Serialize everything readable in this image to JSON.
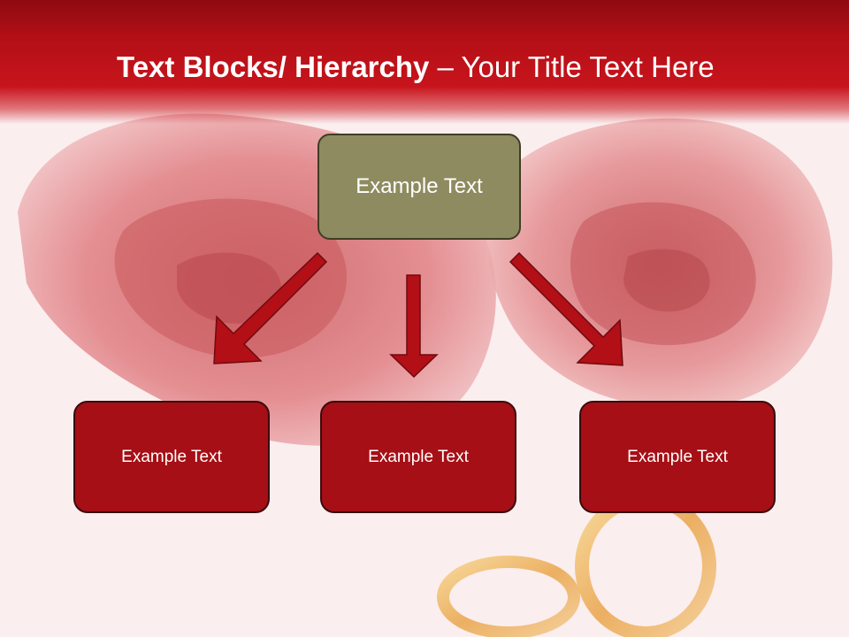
{
  "slide": {
    "title_bold": "Text Blocks/ Hierarchy",
    "title_rest": " – Your Title Text Here"
  },
  "hierarchy": {
    "top_label": "Example Text",
    "children": [
      {
        "label": "Example Text"
      },
      {
        "label": "Example Text"
      },
      {
        "label": "Example Text"
      }
    ]
  },
  "colors": {
    "title_bar": "#c8141c",
    "top_box": "#8e8b60",
    "child_box": "#a50f15",
    "arrow": "#b30f17"
  },
  "icons": {
    "background": "roses-and-rings-image",
    "connectors": "down-arrow-icon"
  }
}
